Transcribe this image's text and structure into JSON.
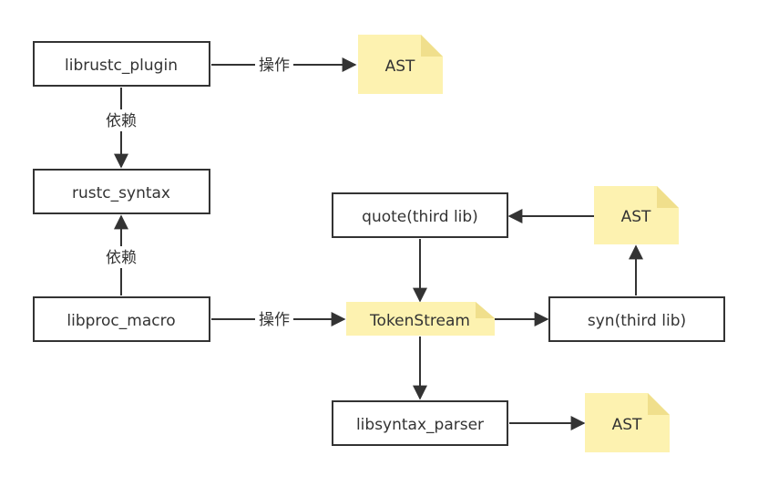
{
  "boxes": {
    "librustc_plugin": "librustc_plugin",
    "rustc_syntax": "rustc_syntax",
    "libproc_macro": "libproc_macro",
    "quote": "quote(third lib)",
    "syn": "syn(third lib)",
    "libsyntax_parser": "libsyntax_parser"
  },
  "notes": {
    "ast_top": "AST",
    "tokenstream": "TokenStream",
    "ast_right": "AST",
    "ast_bottom": "AST"
  },
  "edge_labels": {
    "operate_top": "操作",
    "depend_upper": "依赖",
    "depend_lower": "依赖",
    "operate_middle": "操作"
  },
  "colors": {
    "box_border": "#333333",
    "note_fill": "#fdf2b0",
    "note_fold": "#f0df8c",
    "edge": "#333333",
    "text": "#333333"
  }
}
